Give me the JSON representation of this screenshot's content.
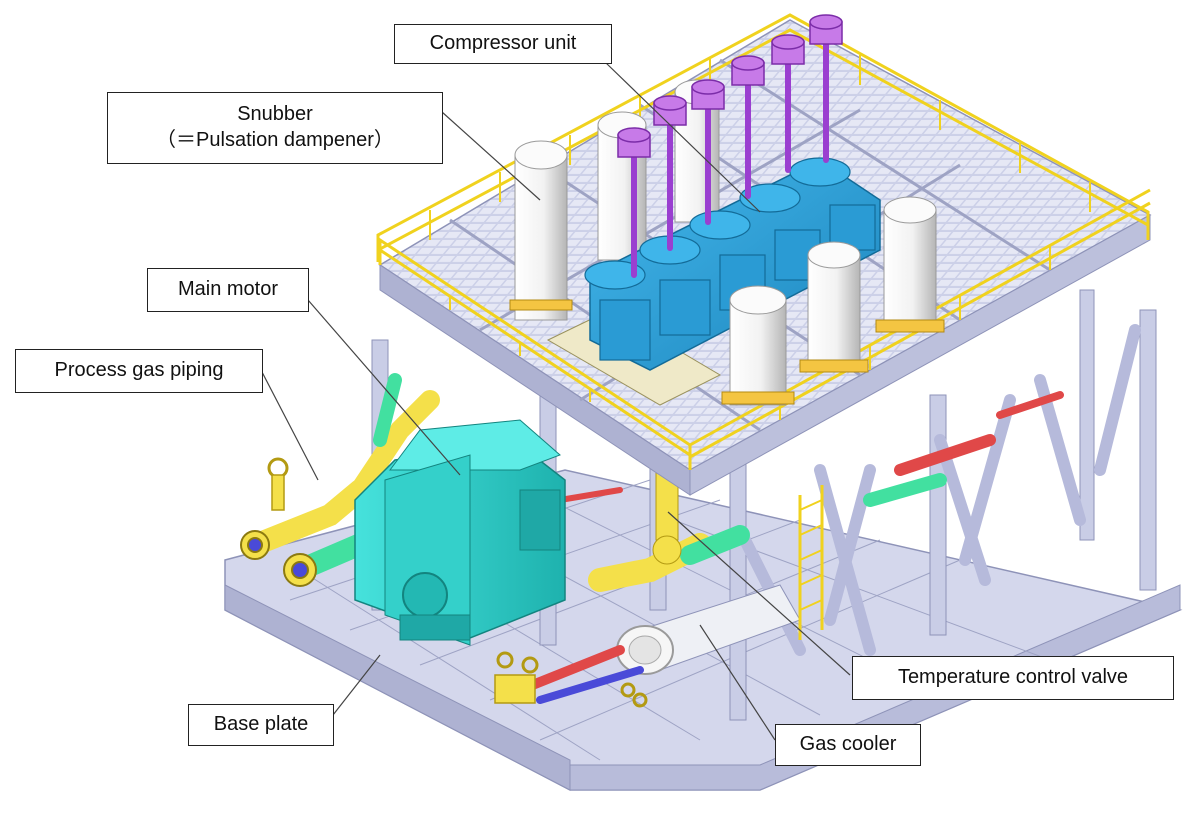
{
  "labels": {
    "compressor_unit": "Compressor unit",
    "snubber_line1": "Snubber",
    "snubber_line2": "（＝Pulsation dampener）",
    "main_motor": "Main motor",
    "process_gas_piping": "Process gas piping",
    "temperature_control_valve": "Temperature control valve",
    "base_plate": "Base plate",
    "gas_cooler": "Gas cooler"
  },
  "colors": {
    "frame": "#c9cde6",
    "frame_shadow": "#9ea3c4",
    "handrail": "#f0d21e",
    "motor": "#2fd3cf",
    "motor_dark": "#1fa8a6",
    "compressor": "#2aa7e0",
    "compressor_dark": "#1b7fb4",
    "snubber": "#f2f2f2",
    "snubber_shade": "#bdbdbd",
    "piping_yellow": "#f4e04a",
    "piping_green": "#42e0a0",
    "piping_red": "#e04848",
    "piping_blue": "#4a4ad8",
    "cylinder_cap": "#c77ae8"
  }
}
